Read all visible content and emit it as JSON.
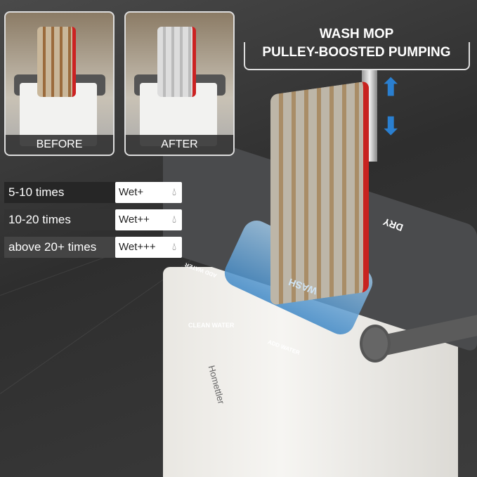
{
  "before_after": {
    "before_label": "BEFORE",
    "after_label": "AFTER"
  },
  "headline": {
    "line1": "WASH MOP",
    "line2": "PULLEY-BOOSTED PUMPING"
  },
  "wetness_table": [
    {
      "times": "5-10 times",
      "level": "Wet+",
      "icon": "water-drop-icon"
    },
    {
      "times": "10-20 times",
      "level": "Wet++",
      "icon": "water-drop-icon"
    },
    {
      "times": "above 20+ times",
      "level": "Wet+++",
      "icon": "water-drop-icon"
    }
  ],
  "product_labels": {
    "clean_water": "CLEAN WATER",
    "add_water": "ADD WATER",
    "dry": "DRY",
    "wash": "WASH",
    "brand": "Homettler"
  },
  "colors": {
    "arrow": "#2a7fd0",
    "mop_frame": "#c8231f",
    "lid": "#4a4b4d"
  }
}
